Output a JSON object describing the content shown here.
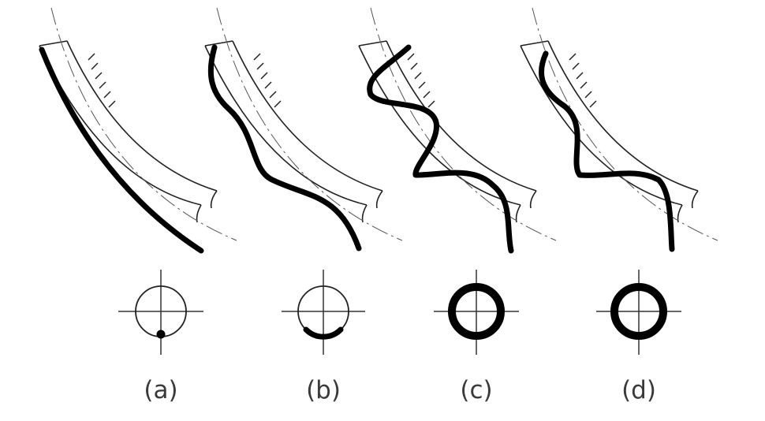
{
  "panels": [
    {
      "id": "a",
      "label": "(a)"
    },
    {
      "id": "b",
      "label": "(b)"
    },
    {
      "id": "c",
      "label": "(c)"
    },
    {
      "id": "d",
      "label": "(d)"
    }
  ],
  "colors": {
    "line": "#000000",
    "outline": "#222222",
    "caption": "#3a3a3a",
    "background": "#ffffff"
  }
}
